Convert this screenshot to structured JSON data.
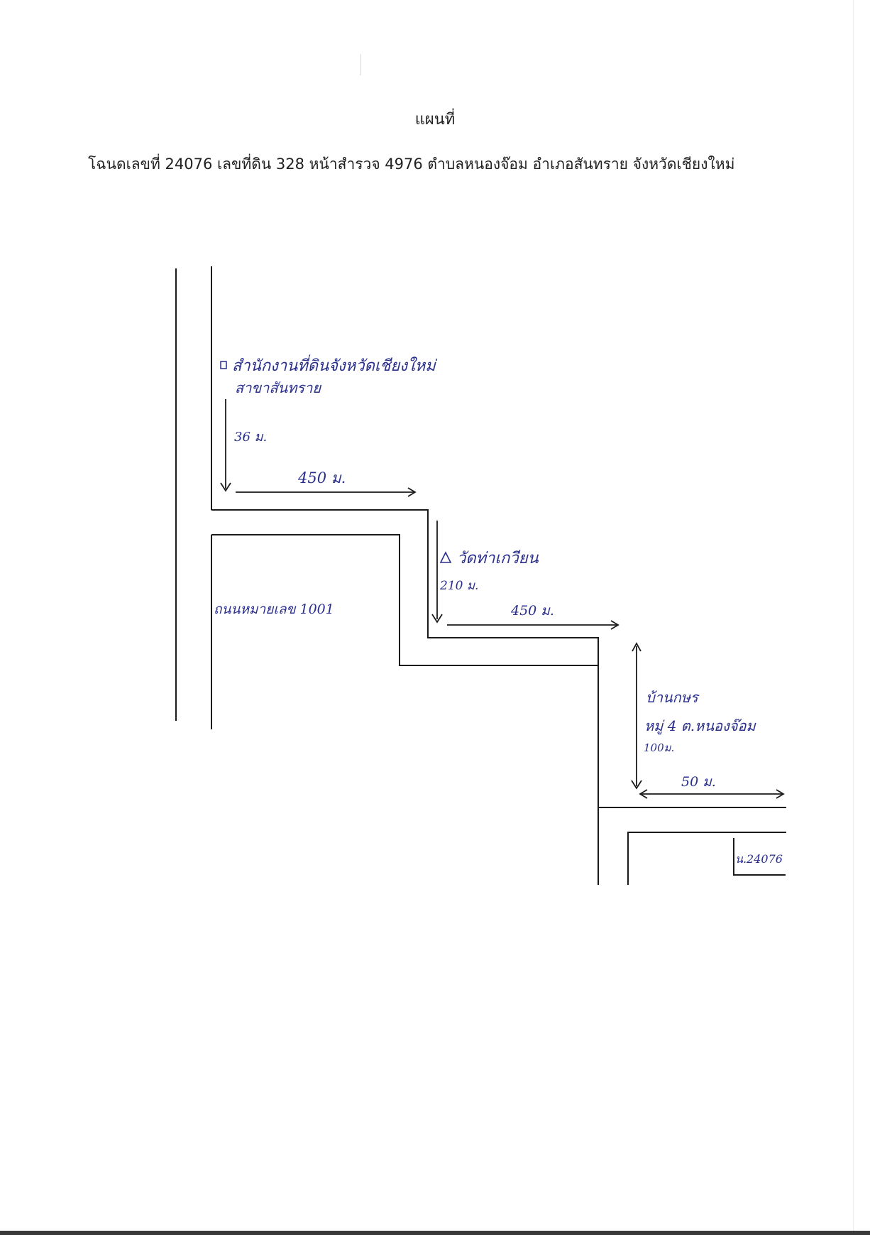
{
  "document": {
    "title": "แผนที่",
    "subtitle": "โฉนดเลขที่ 24076 เลขที่ดิน 328 หน้าสำรวจ 4976 ตำบลหนองจ๊อม อำเภอสันทราย จังหวัดเชียงใหม่"
  },
  "map": {
    "landmark_office_line1": "สำนักงานที่ดินจังหวัดเชียงใหม่",
    "landmark_office_line2": "สาขาสันทราย",
    "distance_1": "36 ม.",
    "distance_2": "450 ม.",
    "landmark_temple": "วัดท่าเกวียน",
    "distance_3": "210 ม.",
    "distance_4": "450 ม.",
    "road_label": "ถนนหมายเลข 1001",
    "landmark_village_line1": "บ้านกษร",
    "landmark_village_line2": "หมู่ 4 ต.หนองจ๊อม",
    "distance_5": "100ม.",
    "distance_6": "50 ม.",
    "parcel_label": "น.24076",
    "ink_color": "#2a2f8c"
  }
}
